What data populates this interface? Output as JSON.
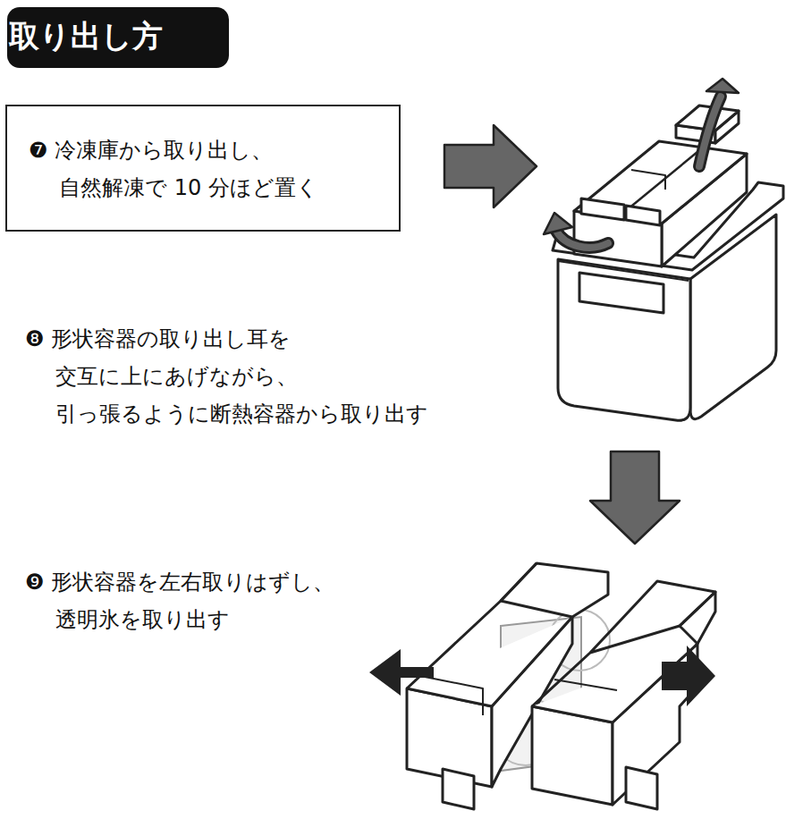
{
  "diagram": {
    "nodes": [
      {
        "text": [
          "取り出し方"
        ]
      },
      {
        "text": [
          "❼ 冷凍庫から取り出し、 自然解凍で 10 分ほど置く"
        ]
      }
    ],
    "edges": [],
    "labels": [
      "❽ 形状容器の取り出し耳を 交互に上にあげながら、 引っ張るように断熱容器から取り出す",
      "❾ 形状容器を左右取りはずし、 透明氷を取り出す"
    ]
  }
}
